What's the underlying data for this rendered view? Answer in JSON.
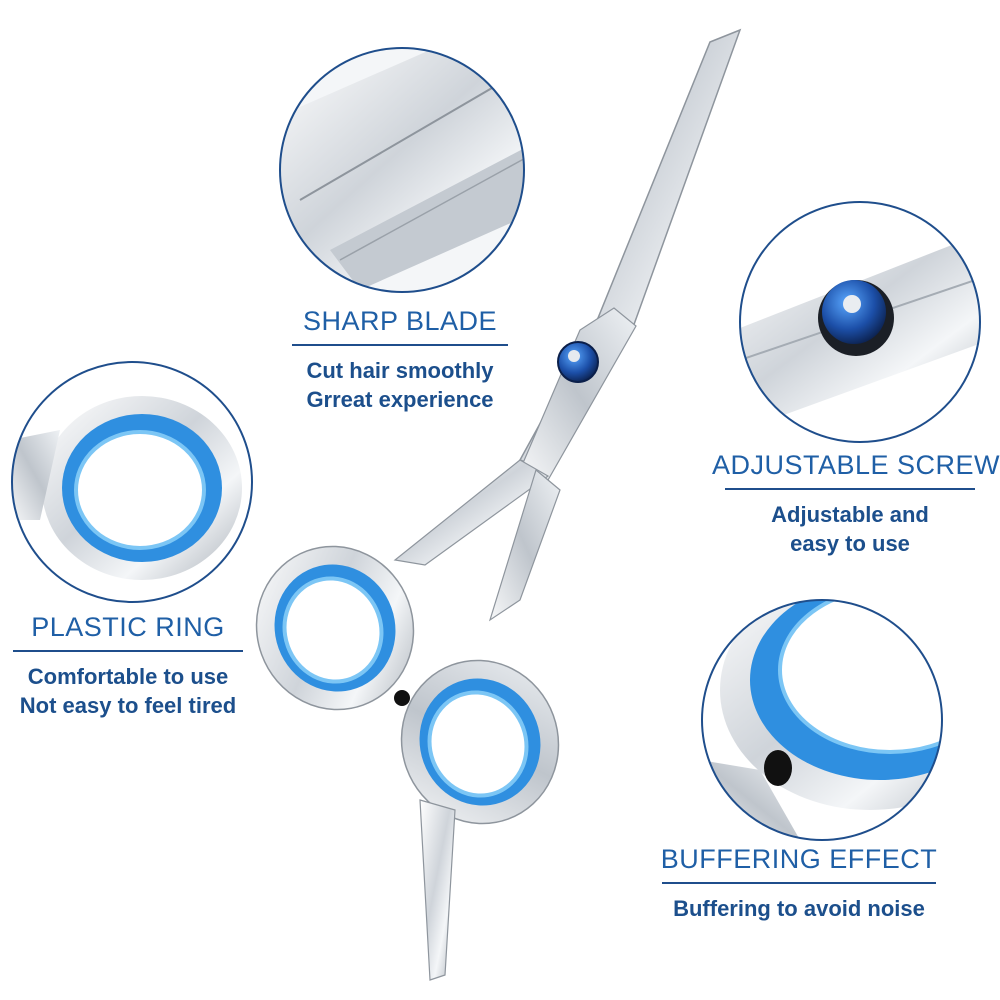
{
  "callouts": {
    "sharp_blade": {
      "title": "SHARP BLADE",
      "lines": [
        "Cut hair smoothly",
        "Grreat experience"
      ]
    },
    "adjustable_screw": {
      "title": "ADJUSTABLE SCREW",
      "lines": [
        "Adjustable and",
        "easy to use"
      ]
    },
    "plastic_ring": {
      "title": "PLASTIC RING",
      "lines": [
        "Comfortable to use",
        "Not easy to feel tired"
      ]
    },
    "buffering_effect": {
      "title": "BUFFERING EFFECT",
      "lines": [
        "Buffering to avoid noise"
      ]
    }
  },
  "colors": {
    "accent": "#1f5fa6",
    "ring_blue": "#2f8fe0",
    "ring_inner": "#7cc6f5",
    "steel": "#d9dde2",
    "circle_border": "#1f4e8c"
  },
  "icons": [
    "scissors-product-image",
    "blade-detail-image",
    "screw-detail-image",
    "ring-detail-image",
    "buffer-detail-image"
  ]
}
